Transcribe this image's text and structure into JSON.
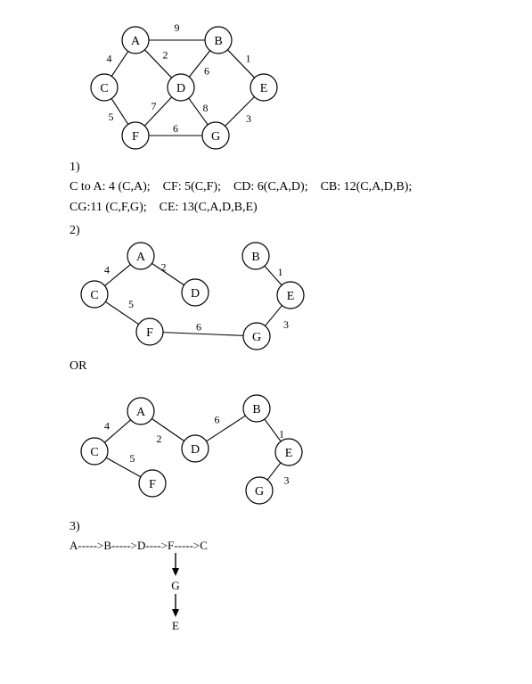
{
  "graph": {
    "nodes": [
      {
        "id": "A",
        "label": "A"
      },
      {
        "id": "B",
        "label": "B"
      },
      {
        "id": "C",
        "label": "C"
      },
      {
        "id": "D",
        "label": "D"
      },
      {
        "id": "E",
        "label": "E"
      },
      {
        "id": "F",
        "label": "F"
      },
      {
        "id": "G",
        "label": "G"
      }
    ],
    "edges": [
      {
        "from": "A",
        "to": "B",
        "weight": "9"
      },
      {
        "from": "A",
        "to": "C",
        "weight": "4"
      },
      {
        "from": "A",
        "to": "D",
        "weight": "2"
      },
      {
        "from": "B",
        "to": "D",
        "weight": "6"
      },
      {
        "from": "B",
        "to": "E",
        "weight": "1"
      },
      {
        "from": "C",
        "to": "F",
        "weight": "5"
      },
      {
        "from": "D",
        "to": "F",
        "weight": "7"
      },
      {
        "from": "D",
        "to": "G",
        "weight": "8"
      },
      {
        "from": "F",
        "to": "G",
        "weight": "6"
      },
      {
        "from": "E",
        "to": "G",
        "weight": "3"
      }
    ]
  },
  "section1": {
    "heading": "1)",
    "line1": "C to A: 4 (C,A);    CF: 5(C,F);    CD: 6(C,A,D);    CB: 12(C,A,D,B);",
    "line2": "CG:11 (C,F,G);    CE: 13(C,A,D,B,E)"
  },
  "section2": {
    "heading": "2)",
    "or_label": "OR",
    "tree1_edges": [
      {
        "from": "C",
        "to": "A",
        "weight": "4"
      },
      {
        "from": "A",
        "to": "D",
        "weight": "2"
      },
      {
        "from": "C",
        "to": "F",
        "weight": "5"
      },
      {
        "from": "F",
        "to": "G",
        "weight": "6"
      },
      {
        "from": "B",
        "to": "E",
        "weight": "1"
      },
      {
        "from": "E",
        "to": "G",
        "weight": "3"
      }
    ],
    "tree2_edges": [
      {
        "from": "C",
        "to": "A",
        "weight": "4"
      },
      {
        "from": "A",
        "to": "D",
        "weight": "2"
      },
      {
        "from": "C",
        "to": "F",
        "weight": "5"
      },
      {
        "from": "D",
        "to": "B",
        "weight": "6"
      },
      {
        "from": "B",
        "to": "E",
        "weight": "1"
      },
      {
        "from": "E",
        "to": "G",
        "weight": "3"
      }
    ]
  },
  "section3": {
    "heading": "3)",
    "sequence": "A----->B----->D---->F----->C",
    "branch_nodes": [
      "G",
      "E"
    ]
  }
}
